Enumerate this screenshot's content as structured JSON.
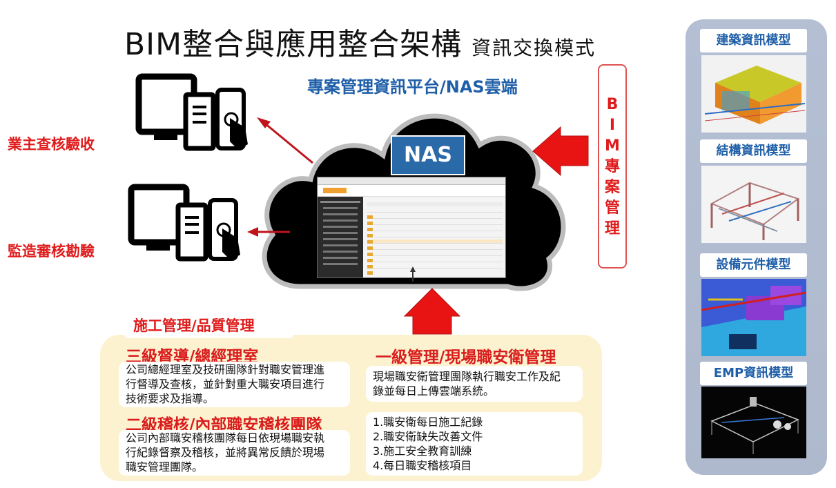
{
  "title": {
    "main": "BIM整合與應用整合架構",
    "sub": "資訊交換模式"
  },
  "platform_title": "專案管理資訊平台/NAS雲端",
  "left_labels": {
    "owner": "業主查核驗收",
    "supervisor": "監造審核勘驗"
  },
  "nas_label": "NAS",
  "bim_box": {
    "chars": [
      "B",
      "I",
      "M",
      "專",
      "案",
      "管",
      "理"
    ]
  },
  "models": [
    {
      "label": "建築資訊模型"
    },
    {
      "label": "結構資訊模型"
    },
    {
      "label": "設備元件模型"
    },
    {
      "label": "EMP資訊模型"
    }
  ],
  "management_label": "施工管理/品質管理",
  "sections": {
    "level3": {
      "title": "三級督導/總經理室",
      "lines": [
        "公司總經理室及技研團隊針對職安管理進",
        "行督導及查核，並針對重大職安項目進行",
        "技術要求及指導。"
      ]
    },
    "level2": {
      "title": "二級稽核/內部職安稽核團隊",
      "lines": [
        "公司內部職安稽核團隊每日依現場職安執",
        "行紀錄督察及稽核，並將異常反饋於現場",
        "職安管理團隊。"
      ]
    },
    "level1": {
      "title": "一級管理/現場職安衛管理",
      "lines": [
        "現場職安衛管理團隊執行職安工作及紀",
        "錄並每日上傳雲端系統。"
      ]
    },
    "items": [
      "1.職安衛每日施工紀錄",
      "2.職安衛缺失改善文件",
      "3.施工安全教育訓練",
      "4.每日職安稽核項目"
    ]
  },
  "colors": {
    "red": "#e01b1b",
    "blue": "#1f5fa8",
    "panel": "#fdf2cf",
    "model_panel": "#b4bfd4"
  },
  "icons": [
    "monitor-icon",
    "desktop-tower-icon",
    "smartphone-tap-icon",
    "cloud-icon",
    "arrow-icon"
  ]
}
